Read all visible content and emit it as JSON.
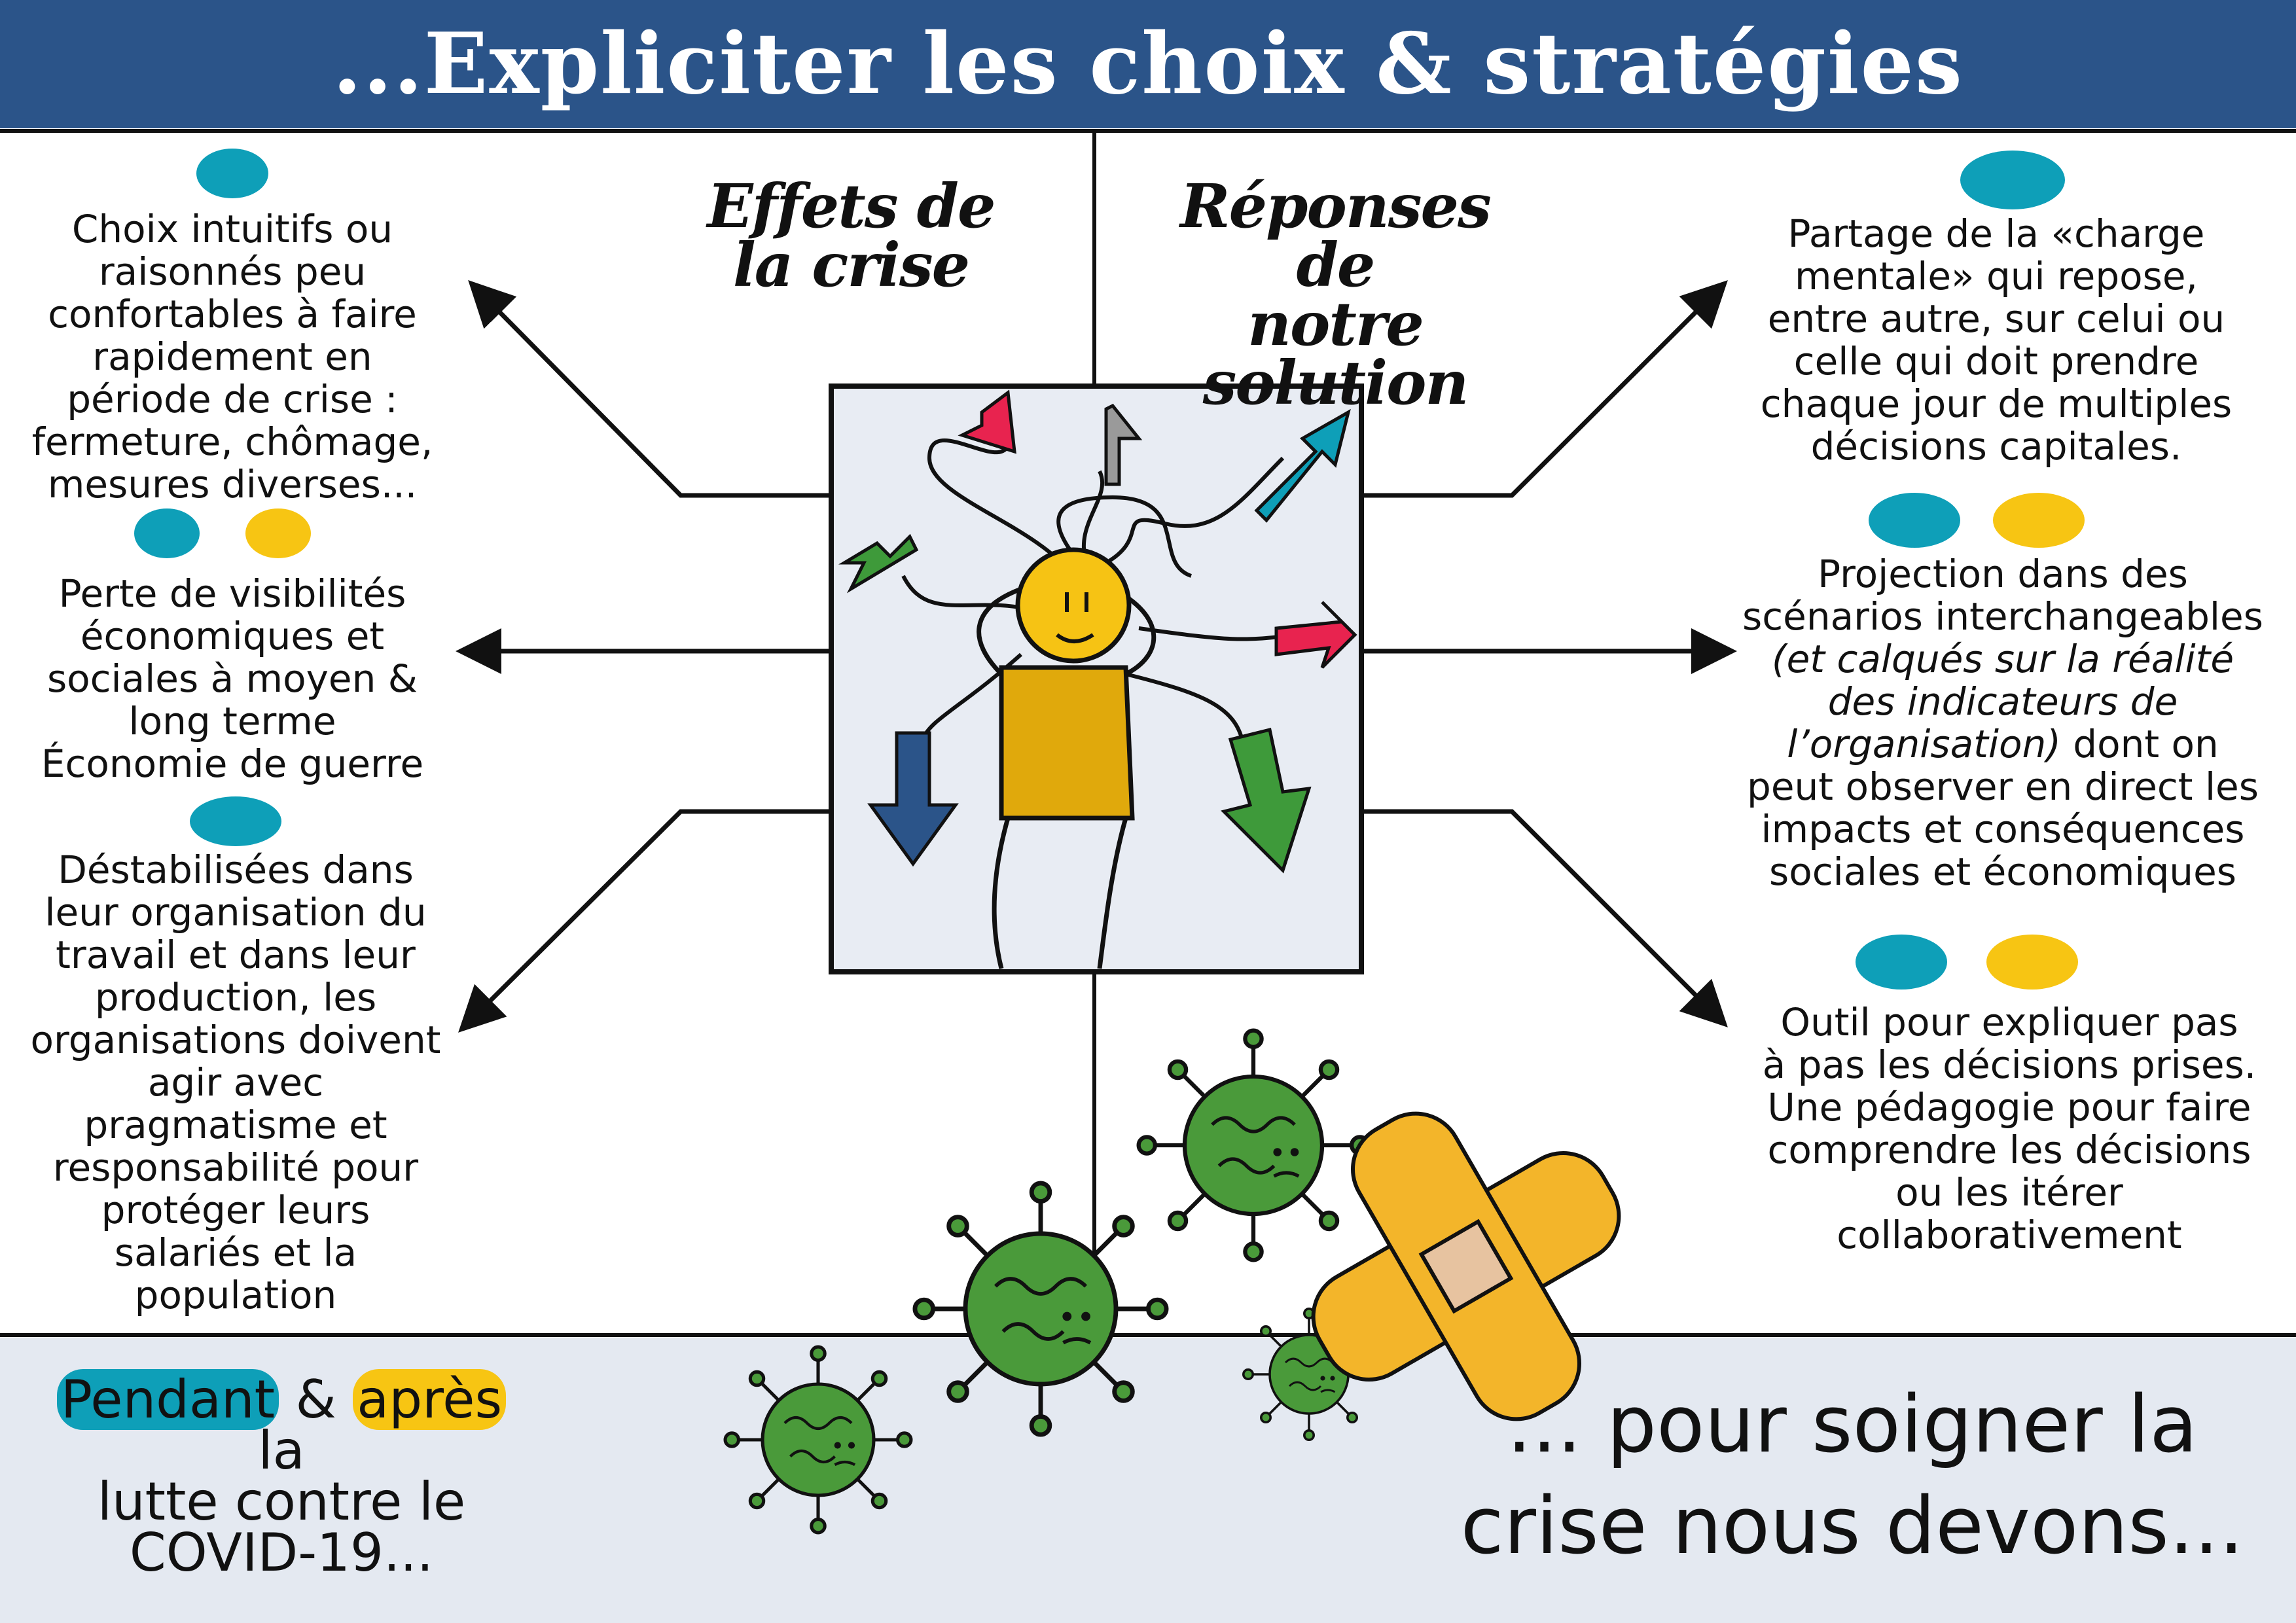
{
  "title": "...Expliciter les choix & stratégies",
  "headings": {
    "left_line1": "Effets de",
    "left_line2": "la crise",
    "right_line1": "Réponses de",
    "right_line2": "notre solution"
  },
  "left_items": [
    {
      "lines": [
        "Choix intuitifs ou",
        "raisonnés peu",
        "confortables à faire",
        "rapidement en",
        "période de crise :",
        "fermeture, chômage,",
        "mesures diverses..."
      ]
    },
    {
      "lines": [
        "Perte de visibilités",
        "économiques et",
        "sociales à moyen &",
        "long terme",
        "Économie de guerre"
      ]
    },
    {
      "lines": [
        "Déstabilisées dans",
        "leur organisation du",
        "travail et dans leur",
        "production, les",
        "organisations doivent",
        "agir avec",
        "pragmatisme et",
        "responsabilité pour",
        "protéger leurs",
        "salariés et la",
        "population"
      ]
    }
  ],
  "right_items": [
    {
      "lines": [
        "Partage de la «charge",
        "mentale» qui repose,",
        "entre autre, sur celui ou",
        "celle qui doit prendre",
        "chaque jour de multiples",
        "décisions capitales."
      ]
    },
    {
      "line1": "Projection dans des",
      "line2": "scénarios interchangeables",
      "italic1": "(et calqués sur la réalité",
      "italic2": "des indicateurs de",
      "mixed_italic": "l’organisation)",
      "mixed_rest": " dont on",
      "line7": "peut observer en direct les",
      "line8": "impacts et conséquences",
      "line9": "sociales et économiques"
    },
    {
      "lines": [
        "Outil pour expliquer pas",
        "à pas les décisions prises.",
        "Une pédagogie pour faire",
        "comprendre les décisions",
        "ou les itérer",
        "collaborativement"
      ]
    }
  ],
  "bottom_left": {
    "word1": "Pendant",
    "amp": " & ",
    "word2": "après",
    "rest": " la",
    "line2": "lutte contre le",
    "line3": "COVID-19..."
  },
  "bottom_right": {
    "line1": "... pour soigner la",
    "line2": "crise nous devons..."
  },
  "colors": {
    "title_bg": "#2b5489",
    "teal": "#0e9fb8",
    "yellow": "#f7c513",
    "green": "#3e9a3a",
    "blue": "#2b5489",
    "pink": "#e8234f",
    "grey": "#9a9a9a",
    "band": "#e4e9f1"
  }
}
